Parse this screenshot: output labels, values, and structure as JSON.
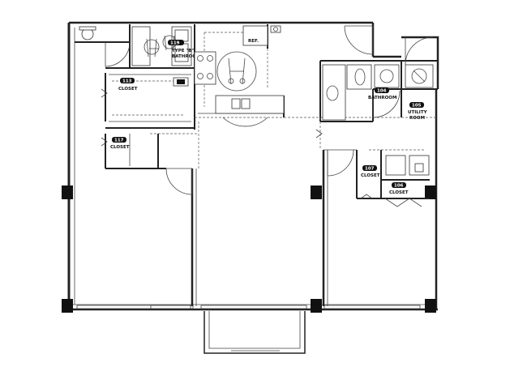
{
  "rooms": {
    "bath_1": {
      "tag": "119",
      "name_line1": "TYPE \"B\"",
      "name_line2": "BATHROOM"
    },
    "closet_1": {
      "tag": "113",
      "name": "CLOSET"
    },
    "closet_2": {
      "tag": "117",
      "name": "CLOSET"
    },
    "refrigerator": {
      "label": "REF."
    },
    "bath_2": {
      "tag": "104",
      "name": "BATHROOM"
    },
    "utility": {
      "tag": "105",
      "name_line1": "UTILITY",
      "name_line2": "ROOM"
    },
    "closet_3": {
      "tag": "107",
      "name": "CLOSET"
    },
    "closet_4": {
      "tag": "106",
      "name": "CLOSET"
    }
  },
  "colors": {
    "ink": "#222222",
    "background": "#ffffff",
    "column": "#111111"
  },
  "icons": [
    "wheelchair-icon",
    "door-swing-icon",
    "sink-icon",
    "toilet-icon",
    "stove-icon",
    "washer-icon",
    "dryer-icon"
  ]
}
